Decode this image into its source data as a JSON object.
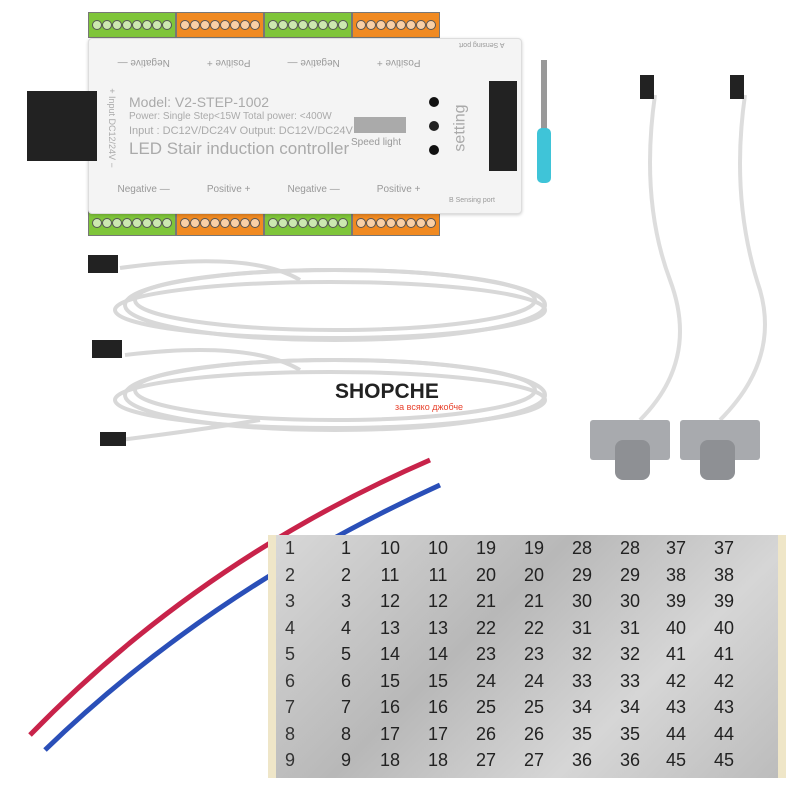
{
  "controller": {
    "model": "Model: V2-STEP-1002",
    "power": "Power: Single Step<15W Total power: <400W",
    "input": "Input : DC12V/DC24V Output: DC12V/DC24V",
    "title": "LED Stair induction controller",
    "speed": "Speed light",
    "setting": "setting",
    "input_label": "+ Input DC12/24V −",
    "a_port": "A Sensing port",
    "b_port": "B Sensing port",
    "top_labels": [
      "Negative —",
      "Positive +",
      "Negative —",
      "Positive +"
    ],
    "bottom_labels": [
      "Negative —",
      "Positive +",
      "Negative —",
      "Positive +"
    ]
  },
  "watermark": {
    "brand": "SHOPCHE",
    "tagline": "за всяко джобче",
    "accent": "#e8412c"
  },
  "wires": {
    "red": "#c8234a",
    "blue": "#2a4fb8"
  },
  "labels_sheet": {
    "rows": [
      [
        "1",
        "1",
        "10",
        "10",
        "19",
        "19",
        "28",
        "28",
        "37",
        "37"
      ],
      [
        "2",
        "2",
        "11",
        "11",
        "20",
        "20",
        "29",
        "29",
        "38",
        "38"
      ],
      [
        "3",
        "3",
        "12",
        "12",
        "21",
        "21",
        "30",
        "30",
        "39",
        "39"
      ],
      [
        "4",
        "4",
        "13",
        "13",
        "22",
        "22",
        "31",
        "31",
        "40",
        "40"
      ],
      [
        "5",
        "5",
        "14",
        "14",
        "23",
        "23",
        "32",
        "32",
        "41",
        "41"
      ],
      [
        "6",
        "6",
        "15",
        "15",
        "24",
        "24",
        "33",
        "33",
        "42",
        "42"
      ],
      [
        "7",
        "7",
        "16",
        "16",
        "25",
        "25",
        "34",
        "34",
        "43",
        "43"
      ],
      [
        "8",
        "8",
        "17",
        "17",
        "26",
        "26",
        "35",
        "35",
        "44",
        "44"
      ],
      [
        "9",
        "9",
        "18",
        "18",
        "27",
        "27",
        "36",
        "36",
        "45",
        "45"
      ]
    ]
  }
}
